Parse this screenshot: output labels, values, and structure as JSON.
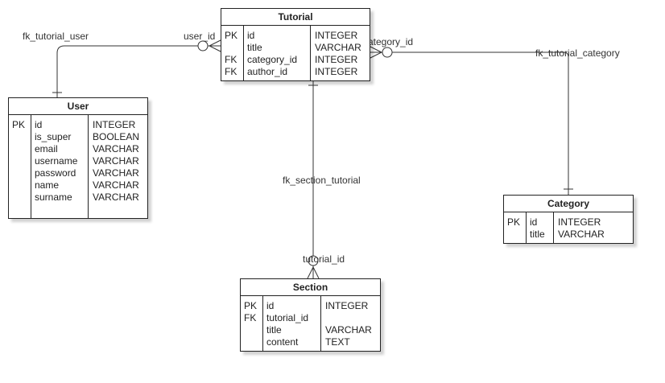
{
  "entities": {
    "tutorial": {
      "name": "Tutorial",
      "rows": [
        {
          "key": "PK",
          "field": "id",
          "type": "INTEGER"
        },
        {
          "key": "",
          "field": "title",
          "type": "VARCHAR"
        },
        {
          "key": "FK",
          "field": "category_id",
          "type": "INTEGER"
        },
        {
          "key": "FK",
          "field": "author_id",
          "type": "INTEGER"
        }
      ]
    },
    "user": {
      "name": "User",
      "rows": [
        {
          "key": "PK",
          "field": "id",
          "type": "INTEGER"
        },
        {
          "key": "",
          "field": "is_super",
          "type": "BOOLEAN"
        },
        {
          "key": "",
          "field": "email",
          "type": "VARCHAR"
        },
        {
          "key": "",
          "field": "username",
          "type": "VARCHAR"
        },
        {
          "key": "",
          "field": "password",
          "type": "VARCHAR"
        },
        {
          "key": "",
          "field": "name",
          "type": "VARCHAR"
        },
        {
          "key": "",
          "field": "surname",
          "type": "VARCHAR"
        }
      ]
    },
    "category": {
      "name": "Category",
      "rows": [
        {
          "key": "PK",
          "field": "id",
          "type": "INTEGER"
        },
        {
          "key": "",
          "field": "title",
          "type": "VARCHAR"
        }
      ]
    },
    "section": {
      "name": "Section",
      "rows": [
        {
          "key": "PK",
          "field": "id",
          "type": "INTEGER"
        },
        {
          "key": "FK",
          "field": "tutorial_id",
          "type": ""
        },
        {
          "key": "",
          "field": "title",
          "type": "VARCHAR"
        },
        {
          "key": "",
          "field": "content",
          "type": "TEXT"
        }
      ]
    }
  },
  "relationships": {
    "fk_tutorial_user": {
      "name": "fk_tutorial_user",
      "column": "user_id"
    },
    "fk_tutorial_category": {
      "name": "fk_tutorial_category",
      "column": "category_id"
    },
    "fk_section_tutorial": {
      "name": "fk_section_tutorial",
      "column": "tutorial_id"
    }
  }
}
